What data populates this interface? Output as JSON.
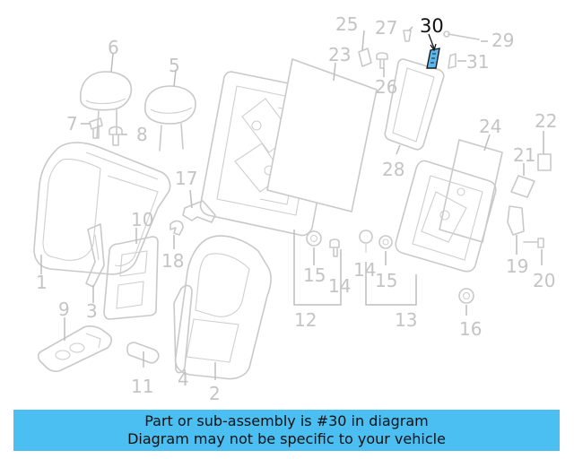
{
  "diagram": {
    "callouts": [
      "1",
      "2",
      "3",
      "4",
      "5",
      "6",
      "7",
      "8",
      "9",
      "10",
      "11",
      "12",
      "13",
      "14",
      "14",
      "15",
      "15",
      "16",
      "17",
      "18",
      "19",
      "20",
      "21",
      "22",
      "23",
      "24",
      "25",
      "26",
      "27",
      "28",
      "29",
      "30",
      "31"
    ],
    "highlighted_part": "30",
    "highlight_color": "#5bb8ee",
    "line_color": "#c9c9c9"
  },
  "caption": {
    "line1": "Part or sub-assembly is #30 in diagram",
    "line2": "Diagram may not be specific to your vehicle",
    "background": "#4bbef2"
  }
}
